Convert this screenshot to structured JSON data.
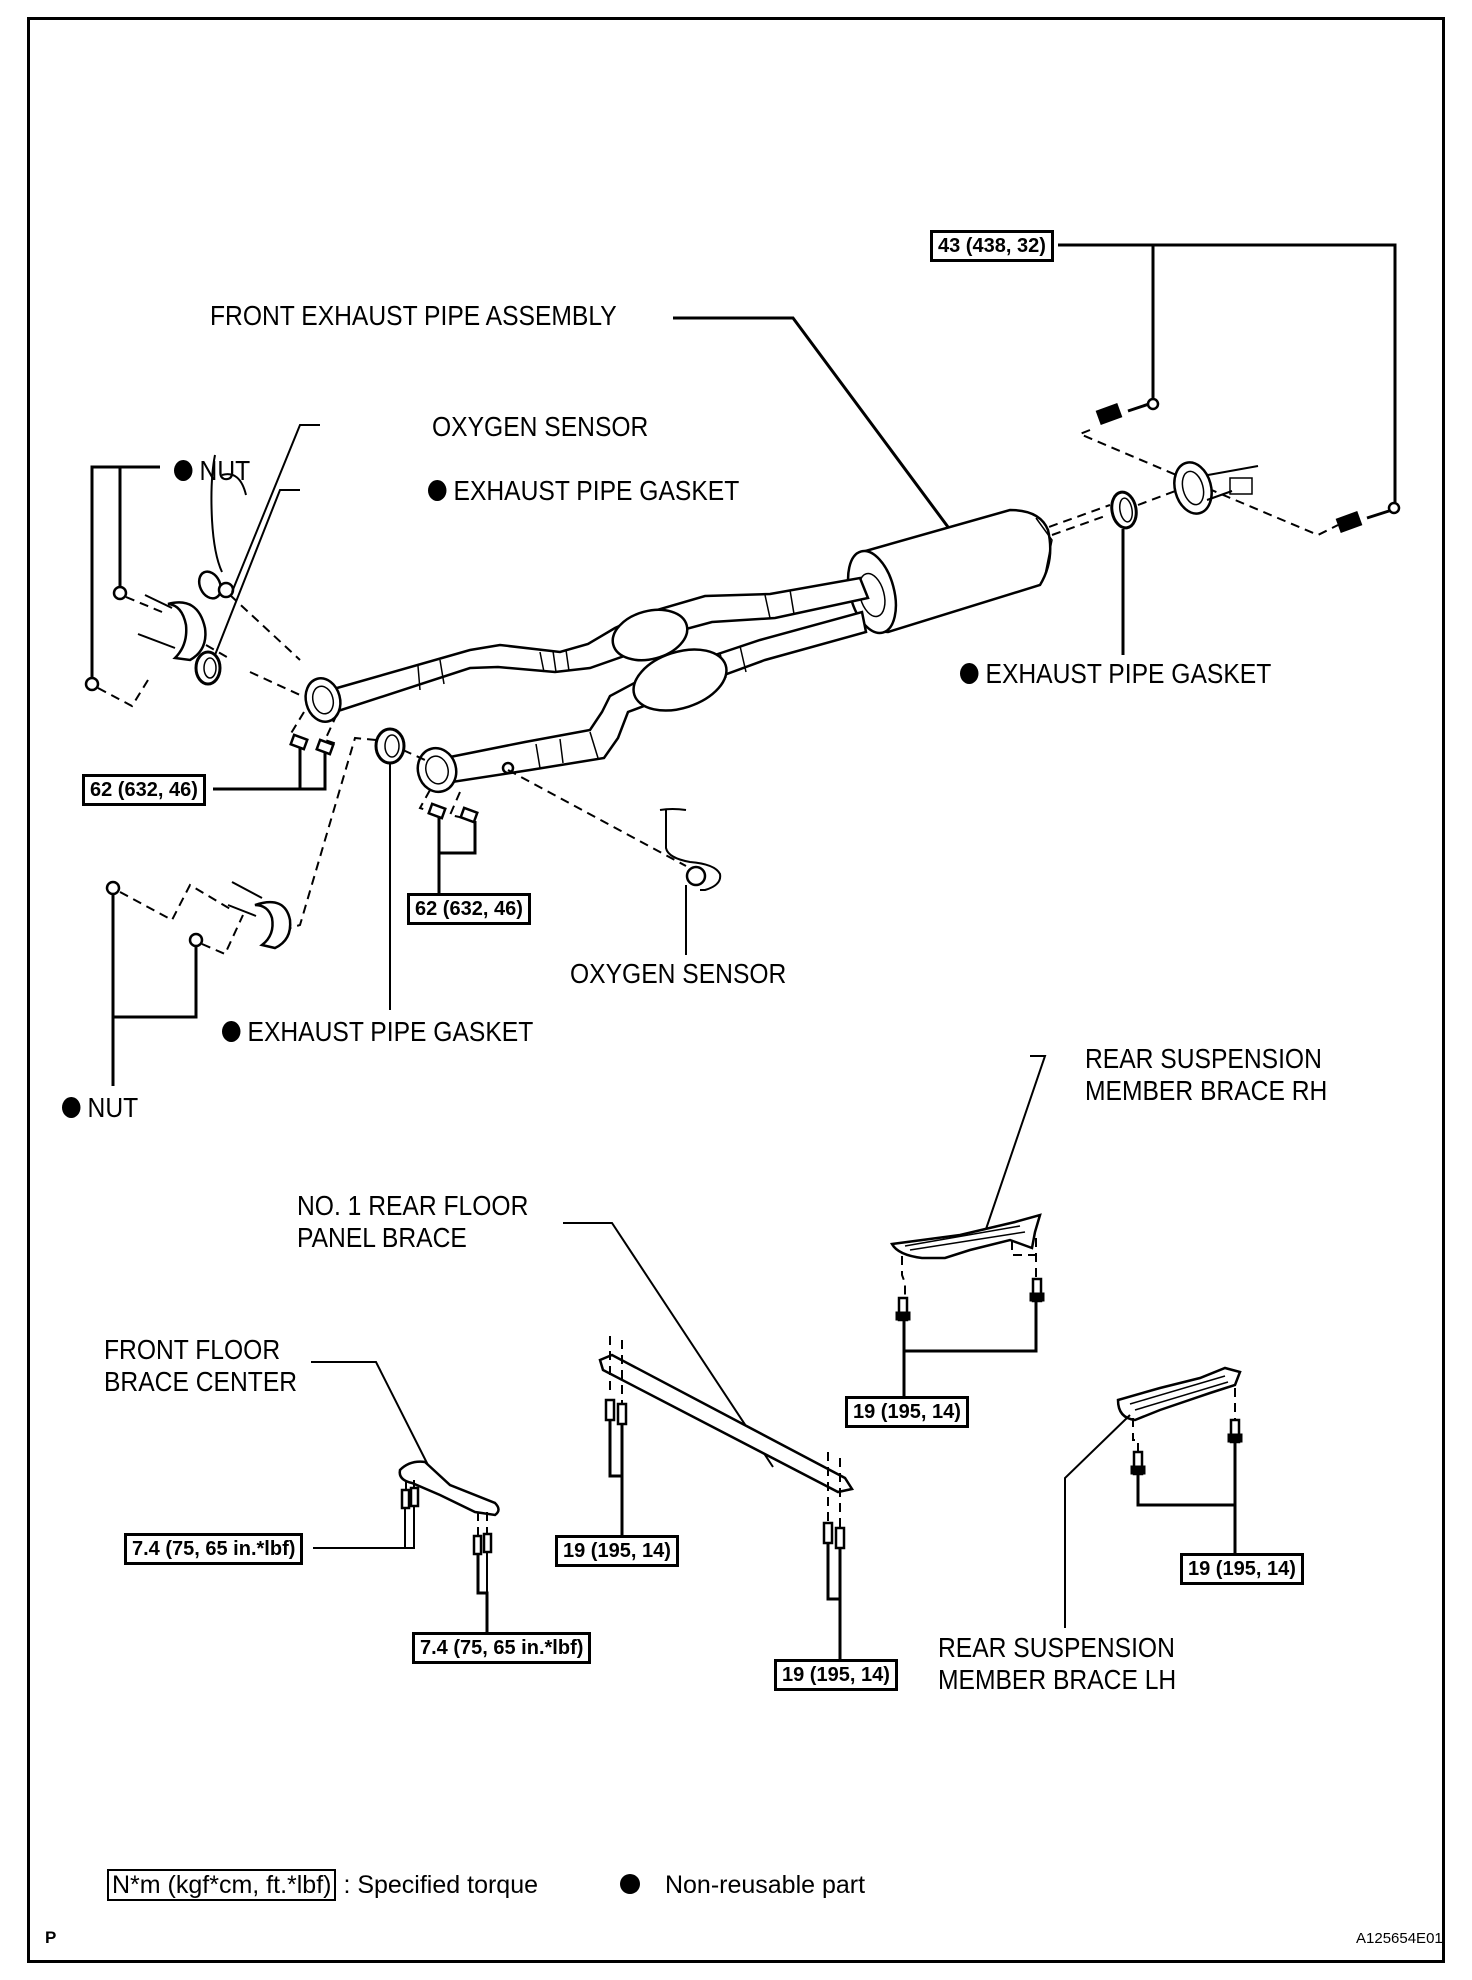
{
  "diagram": {
    "type": "exploded-parts-diagram",
    "subject": "Exhaust system and floor braces"
  },
  "labels": {
    "front_exhaust_pipe_assembly": "FRONT EXHAUST PIPE ASSEMBLY",
    "oxygen_sensor_upper": "OXYGEN SENSOR",
    "oxygen_sensor_lower": "OXYGEN SENSOR",
    "nut_upper": "NUT",
    "nut_lower": "NUT",
    "gasket_upper_left": "EXHAUST PIPE GASKET",
    "gasket_right": "EXHAUST PIPE GASKET",
    "gasket_lower_left": "EXHAUST PIPE GASKET",
    "rear_suspension_rh_line1": "REAR SUSPENSION",
    "rear_suspension_rh_line2": "MEMBER BRACE RH",
    "no1_rear_floor_line1": "NO. 1 REAR FLOOR",
    "no1_rear_floor_line2": "PANEL BRACE",
    "front_floor_line1": "FRONT FLOOR",
    "front_floor_line2": "BRACE CENTER",
    "rear_suspension_lh_line1": "REAR SUSPENSION",
    "rear_suspension_lh_line2": "MEMBER BRACE LH"
  },
  "non_reusable_flags": {
    "nut_upper": true,
    "nut_lower": true,
    "gasket_upper_left": true,
    "gasket_right": true,
    "gasket_lower_left": true
  },
  "torques": {
    "tail_flange_bolts": "43 (438, 32)",
    "front_flange_upper": "62 (632, 46)",
    "front_flange_lower": "62 (632, 46)",
    "rear_susp_rh": "19 (195, 14)",
    "rear_floor_left": "19 (195, 14)",
    "rear_floor_right": "19 (195, 14)",
    "rear_susp_lh": "19 (195, 14)",
    "front_floor_left": "7.4 (75, 65 in.*lbf)",
    "front_floor_right": "7.4 (75, 65 in.*lbf)"
  },
  "legend": {
    "torque_units": "N*m (kgf*cm, ft.*lbf)",
    "torque_desc": ": Specified torque",
    "nonreusable_desc": "Non-reusable part"
  },
  "footer": {
    "corner_letter": "P",
    "illustration_code": "A125654E01"
  }
}
